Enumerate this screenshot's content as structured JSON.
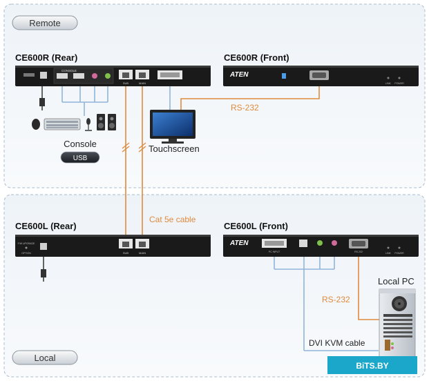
{
  "zones": {
    "remote": "Remote",
    "local": "Local"
  },
  "devices": {
    "ce600r_rear": {
      "title": "CE600R (Rear)",
      "console_label": "CONSOLE"
    },
    "ce600r_front": {
      "title": "CE600R (Front)",
      "brand": "ATEN"
    },
    "ce600l_rear": {
      "title": "CE600L (Rear)",
      "fw_label": "F/W UPGRADE",
      "option_label": "OPTION"
    },
    "ce600l_front": {
      "title": "CE600L (Front)",
      "brand": "ATEN",
      "port_labels": [
        "PC INPUT",
        "RS-232"
      ]
    }
  },
  "ports": {
    "sub": "SUB",
    "main": "MAIN",
    "link": "LINK",
    "power": "POWER"
  },
  "labels": {
    "console": "Console",
    "usb": "USB",
    "touchscreen": "Touchscreen",
    "rs232_top": "RS-232",
    "cat5e": "Cat 5e cable",
    "rs232_bottom": "RS-232",
    "local_pc": "Local PC",
    "dvi_kvm": "DVI KVM cable",
    "watermark": "BiTS.BY"
  },
  "colors": {
    "cable_orange": "#e08a3c",
    "cable_blue": "#8fb4d9",
    "zone_border": "#a9bccd",
    "device_body": "#1a1a1a",
    "watermark_bg": "#1aa7c9"
  }
}
